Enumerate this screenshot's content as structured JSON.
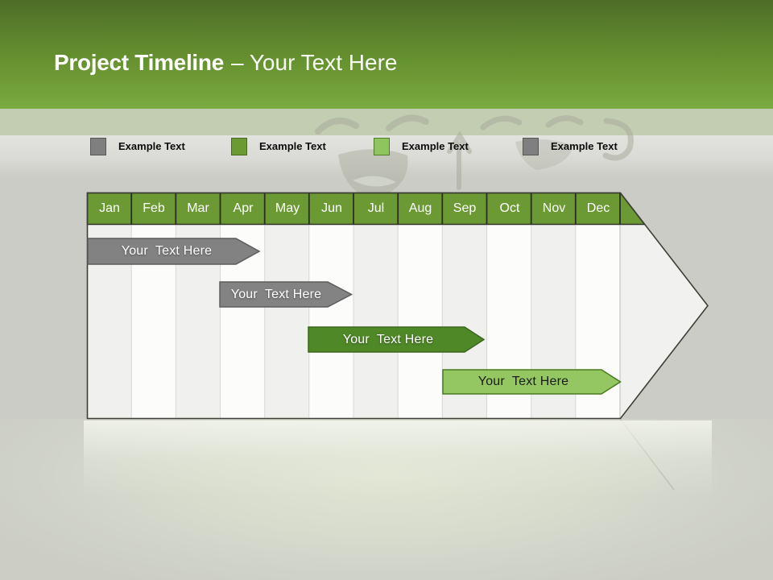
{
  "slide": {
    "title": {
      "bold": "Project Timeline",
      "light": "– Your Text Here"
    },
    "accent_colors": {
      "header_green_top": "#4d6c27",
      "header_green_bottom": "#7bab41",
      "background_gray": "#cbccc6"
    }
  },
  "legend": {
    "items": [
      {
        "label": "Example Text",
        "color": "#7f7f7f"
      },
      {
        "label": "Example Text",
        "color": "#6b9a34"
      },
      {
        "label": "Example Text",
        "color": "#8fc45e"
      },
      {
        "label": "Example Text",
        "color": "#7f7f7f"
      }
    ]
  },
  "timeline": {
    "months": [
      "Jan",
      "Feb",
      "Mar",
      "Apr",
      "May",
      "Jun",
      "Jul",
      "Aug",
      "Sep",
      "Oct",
      "Nov",
      "Dec"
    ],
    "header_color": "#6b9a34",
    "bars": [
      {
        "label": "Your  Text Here",
        "fill": "#828282",
        "border": "#5c5c5c",
        "text_color": "#ffffff",
        "start_month": "Jan",
        "end_month": "Mar"
      },
      {
        "label": "Your  Text Here",
        "fill": "#838383",
        "border": "#5c5c5c",
        "text_color": "#ffffff",
        "start_month": "Apr",
        "end_month": "Jun"
      },
      {
        "label": "Your  Text Here",
        "fill": "#4f8827",
        "border": "#3c671e",
        "text_color": "#ffffff",
        "start_month": "Jun",
        "end_month": "Sep"
      },
      {
        "label": "Your  Text Here",
        "fill": "#94c761",
        "border": "#4a7a20",
        "text_color": "#1b1b1b",
        "start_month": "Sep",
        "end_month": "Dec"
      }
    ]
  }
}
